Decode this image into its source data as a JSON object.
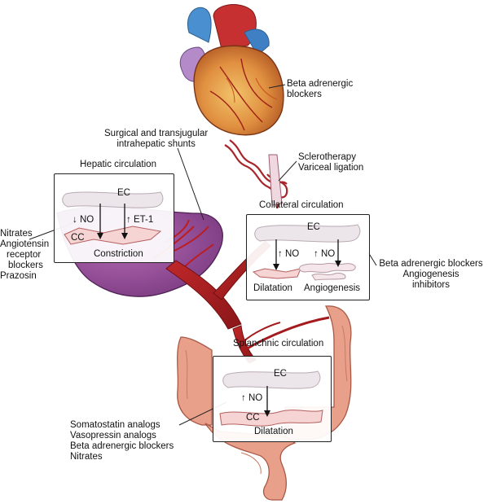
{
  "heart": {
    "drug": [
      "Beta adrenergic",
      "blockers"
    ]
  },
  "shunts": {
    "label": [
      "Surgical and transjugular",
      "intrahepatic shunts"
    ]
  },
  "varices": {
    "drugs": [
      "Sclerotherapy",
      "Variceal ligation"
    ]
  },
  "hepatic": {
    "title": "Hepatic circulation",
    "ec": "EC",
    "no": "↓ NO",
    "et1": "↑ ET-1",
    "cc": "CC",
    "result": "Constriction",
    "drugs": [
      "Nitrates",
      "Angiotensin",
      "receptor",
      "blockers",
      "Prazosin"
    ]
  },
  "collateral": {
    "title": "Collateral circulation",
    "ec": "EC",
    "no_left": "↑ NO",
    "no_right": "↑ NO",
    "result_left": "Dilatation",
    "result_right": "Angiogenesis",
    "drugs": [
      "Beta adrenergic blockers",
      "Angiogenesis",
      "inhibitors"
    ]
  },
  "splanchnic": {
    "title": "Splanchnic circulation",
    "ec": "EC",
    "no": "↑ NO",
    "cc": "CC",
    "result": "Dilatation",
    "drugs": [
      "Somatostatin analogs",
      "Vasopressin analogs",
      "Beta adrenergic blockers",
      "Nitrates"
    ]
  }
}
